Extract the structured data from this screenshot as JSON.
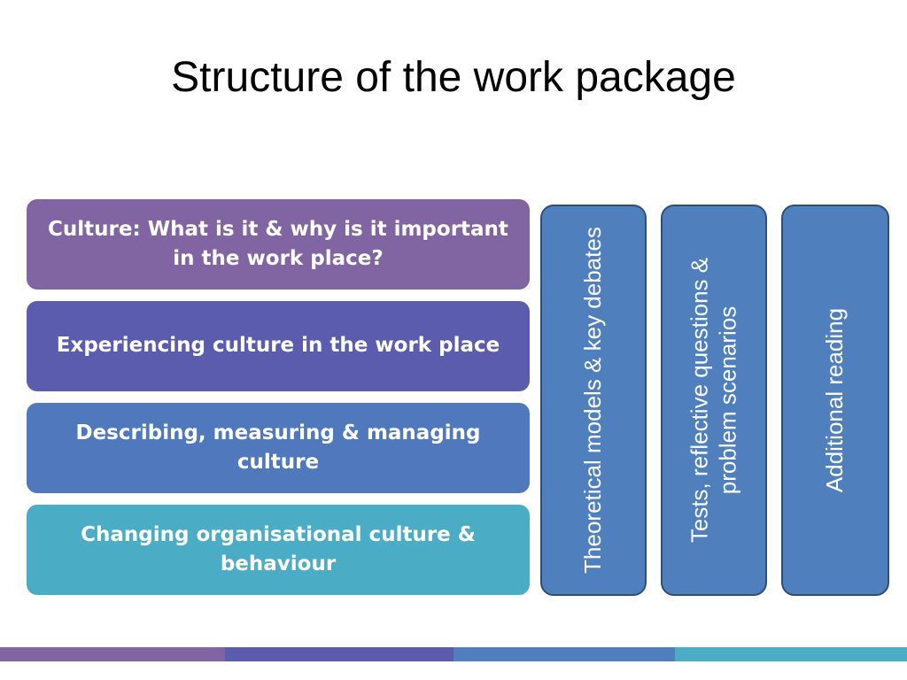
{
  "slide": {
    "title": "Structure of the work package"
  },
  "sections": [
    {
      "label": "Culture: What is it & why is it important in the work place?",
      "color": "#8065a2"
    },
    {
      "label": "Experiencing culture in the work place",
      "color": "#5b5cae"
    },
    {
      "label": "Describing, measuring & managing culture",
      "color": "#4f79bc"
    },
    {
      "label": "Changing organisational culture & behaviour",
      "color": "#4bacc6"
    }
  ],
  "columns": [
    {
      "label": "Theoretical models & key debates"
    },
    {
      "label": "Tests, reflective questions & problem scenarios"
    },
    {
      "label": "Additional reading"
    }
  ],
  "colors": {
    "column_fill": "#4f80bd",
    "column_border": "#2f4f78",
    "footer_segments": [
      "#8065a2",
      "#5b5cae",
      "#4f80bd",
      "#4bacc6"
    ]
  }
}
